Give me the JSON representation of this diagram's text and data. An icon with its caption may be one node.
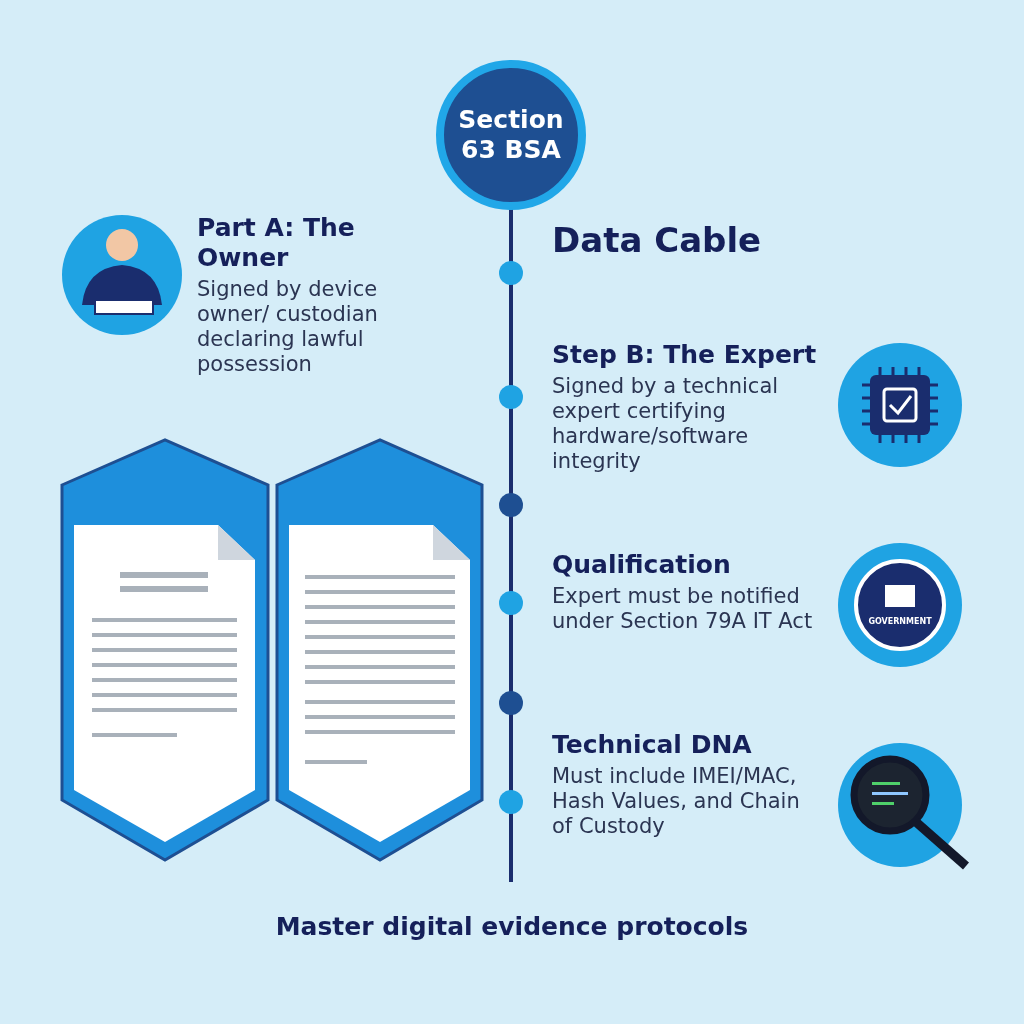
{
  "diagram": {
    "caption": "Master digital evidence protocols",
    "nodes": [
      {
        "text": [
          "Section 63 BSA"
        ]
      },
      {
        "text": [
          "Part A: The Owner",
          "Signed by device owner/ custodian declaring lawful possession"
        ]
      },
      {
        "text": [
          "Data Cable"
        ]
      },
      {
        "text": [
          "Step B: The Expert",
          "Signed by a technical expert certifying hardware/software integrity"
        ]
      },
      {
        "text": [
          "Qualification",
          "Expert must be notified under Section 79A IT Act"
        ]
      },
      {
        "text": [
          "Technical DNA",
          "Must include IMEI/MAC, Hash Values, and Chain of Custody"
        ]
      }
    ],
    "labels": [
      "GOVERNMENT"
    ]
  }
}
